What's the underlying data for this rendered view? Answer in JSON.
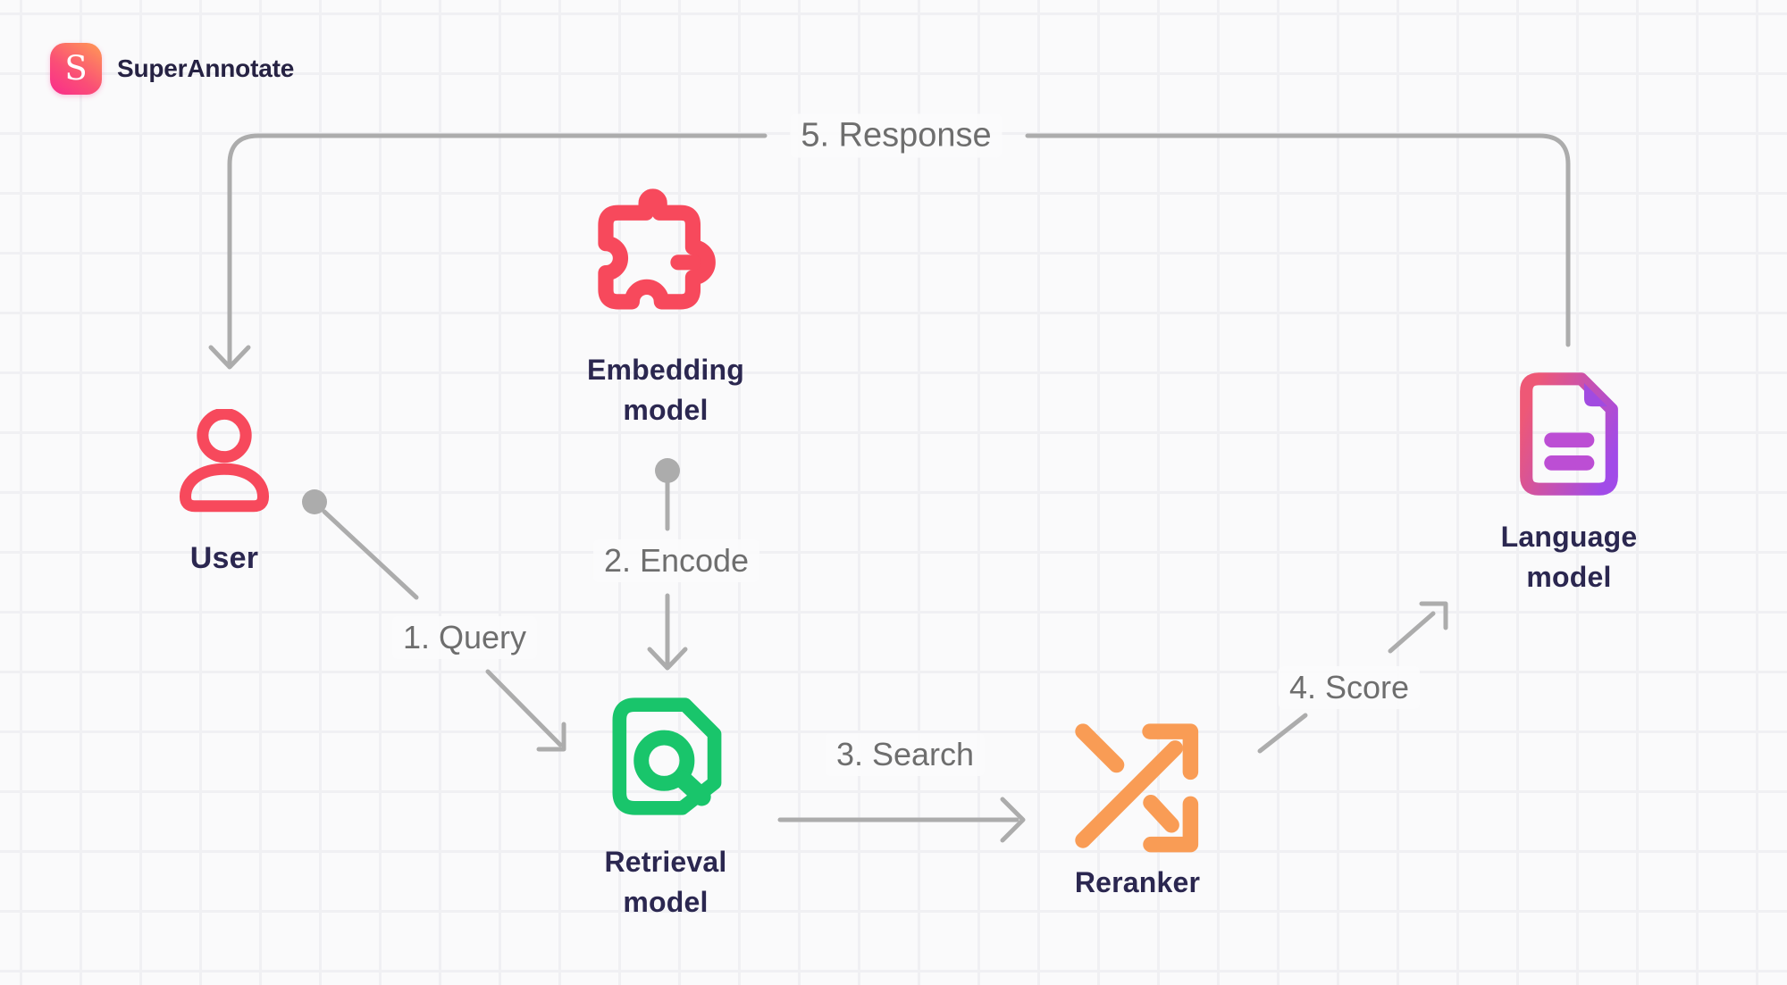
{
  "brand": {
    "name": "SuperAnnotate",
    "logo_letter": "S",
    "logo_gradient_start": "#FF9B55",
    "logo_gradient_end": "#F92C8C"
  },
  "nodes": [
    {
      "id": "user",
      "label": "User",
      "icon": "person-icon",
      "color": "#F7495C"
    },
    {
      "id": "embedding",
      "label": "Embedding model",
      "icon": "puzzle-piece-icon",
      "color": "#F7495C"
    },
    {
      "id": "retrieval",
      "label": "Retrieval model",
      "icon": "document-search-icon",
      "color": "#19C56B"
    },
    {
      "id": "reranker",
      "label": "Reranker",
      "icon": "shuffle-arrows-icon",
      "color": "#F99C55"
    },
    {
      "id": "language",
      "label": "Language model",
      "icon": "document-lines-icon",
      "color_start": "#EE5876",
      "color_end": "#A14BE8"
    }
  ],
  "steps": [
    {
      "id": "query",
      "label": "1. Query"
    },
    {
      "id": "encode",
      "label": "2. Encode"
    },
    {
      "id": "search",
      "label": "3. Search"
    },
    {
      "id": "score",
      "label": "4. Score"
    },
    {
      "id": "response",
      "label": "5. Response"
    }
  ],
  "colors": {
    "connector_gray": "#ACACAC",
    "step_text_gray": "#6E6E6E",
    "label_navy": "#2B2750",
    "background": "#FAFAFB"
  }
}
